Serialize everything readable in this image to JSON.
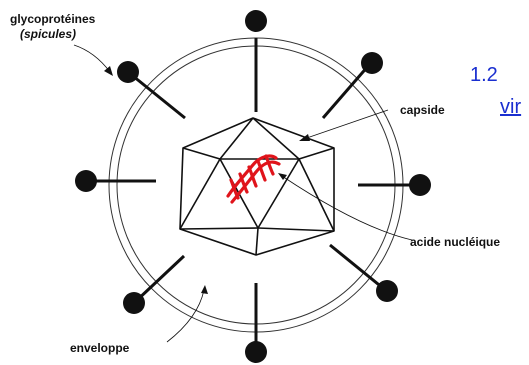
{
  "labels": {
    "glycoproteins": "glycoprotéines",
    "spicules": "(spicules)",
    "capsid": "capside",
    "nucleic_acid": "acide nucléique",
    "envelope": "enveloppe"
  },
  "side_text": {
    "number": "1.2",
    "link": "vir"
  },
  "colors": {
    "ink": "#111111",
    "nucleic_acid": "#e0141b",
    "link": "#1a2fd0"
  }
}
